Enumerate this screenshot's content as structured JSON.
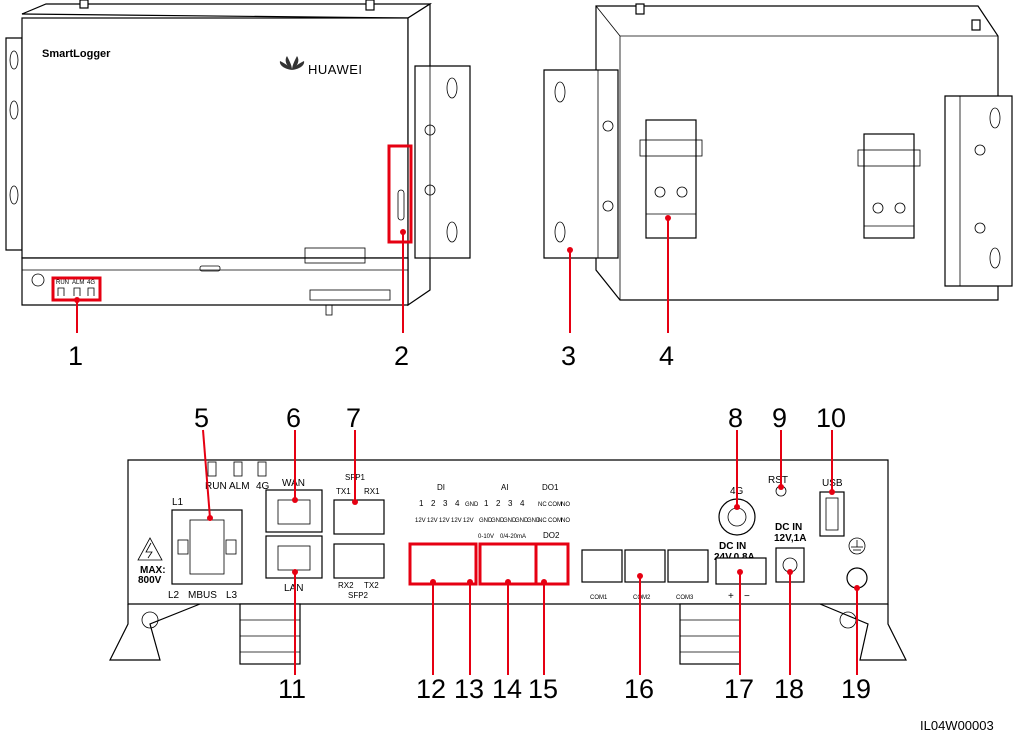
{
  "callouts": [
    "1",
    "2",
    "3",
    "4",
    "5",
    "6",
    "7",
    "8",
    "9",
    "10",
    "11",
    "12",
    "13",
    "14",
    "15",
    "16",
    "17",
    "18",
    "19"
  ],
  "figure_id": "IL04W00003",
  "device": {
    "product_name": "SmartLogger",
    "brand": "HUAWEI",
    "indicators": [
      "RUN",
      "ALM",
      "4G"
    ]
  },
  "panel": {
    "indicators": [
      "RUN",
      "ALM",
      "4G"
    ],
    "warning": {
      "line1": "MAX:",
      "line2": "800V"
    },
    "mbus": {
      "top": "L1",
      "bottom": [
        "L2",
        "MBUS",
        "L3"
      ]
    },
    "wan": "WAN",
    "lan": "LAN",
    "sfp1": {
      "title": "SFP1",
      "tx": "TX1",
      "rx": "RX1"
    },
    "sfp2": {
      "title": "SFP2",
      "rx": "RX2",
      "tx": "TX2"
    },
    "di": {
      "title": "DI",
      "nums": [
        "1",
        "2",
        "3",
        "4",
        "GND"
      ],
      "volts": [
        "12V",
        "12V",
        "12V",
        "12V",
        "12V"
      ]
    },
    "ai": {
      "title": "AI",
      "nums": [
        "1",
        "2",
        "3",
        "4"
      ],
      "gnds": [
        "GND",
        "GND",
        "GND",
        "GND",
        "GND"
      ],
      "range1": "0-10V",
      "range2": "0/4-20mA"
    },
    "do1": {
      "title": "DO1",
      "terms": [
        "NC",
        "COM",
        "NO"
      ]
    },
    "do2": {
      "title": "DO2",
      "terms": [
        "NC",
        "COM",
        "NO"
      ]
    },
    "ant": "4G",
    "dcin1": {
      "line1": "DC  IN",
      "line2": "24V,0.8A"
    },
    "rst": "RST",
    "usb": "USB",
    "dcin2": {
      "line1": "DC  IN",
      "line2": "12V,1A"
    },
    "com": [
      "COM1",
      "COM2",
      "COM3"
    ],
    "plus": "+",
    "minus": "−"
  }
}
